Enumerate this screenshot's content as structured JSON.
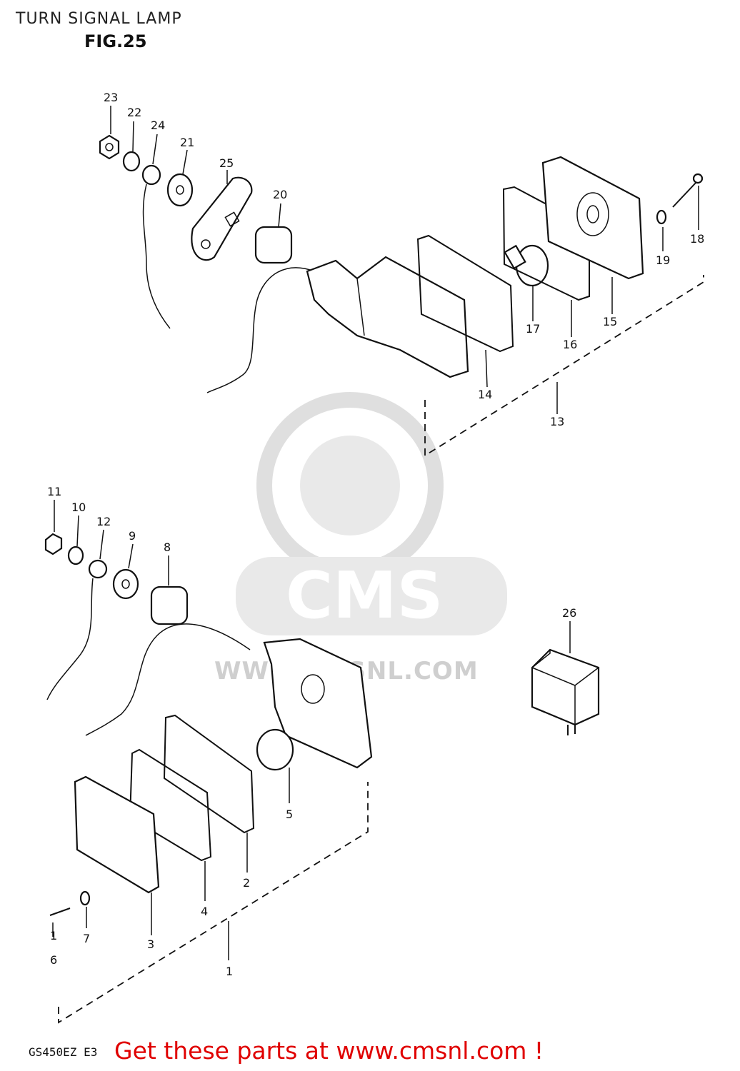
{
  "title": "TURN SIGNAL LAMP",
  "figure": "FIG.25",
  "watermark": {
    "brand": "CMS",
    "site": "WWW.CMSNL.COM"
  },
  "callouts": {
    "front": [
      "23",
      "22",
      "24",
      "21",
      "25",
      "20",
      "18",
      "19",
      "17",
      "16",
      "15",
      "14",
      "13"
    ],
    "rear": [
      "11",
      "10",
      "12",
      "9",
      "8",
      "26",
      "5",
      "2",
      "4",
      "3",
      "7",
      "1",
      "6",
      "1"
    ]
  },
  "footer": {
    "model": "GS450EZ E3",
    "link_text": "Get these parts at www.cmsnl.com !"
  }
}
